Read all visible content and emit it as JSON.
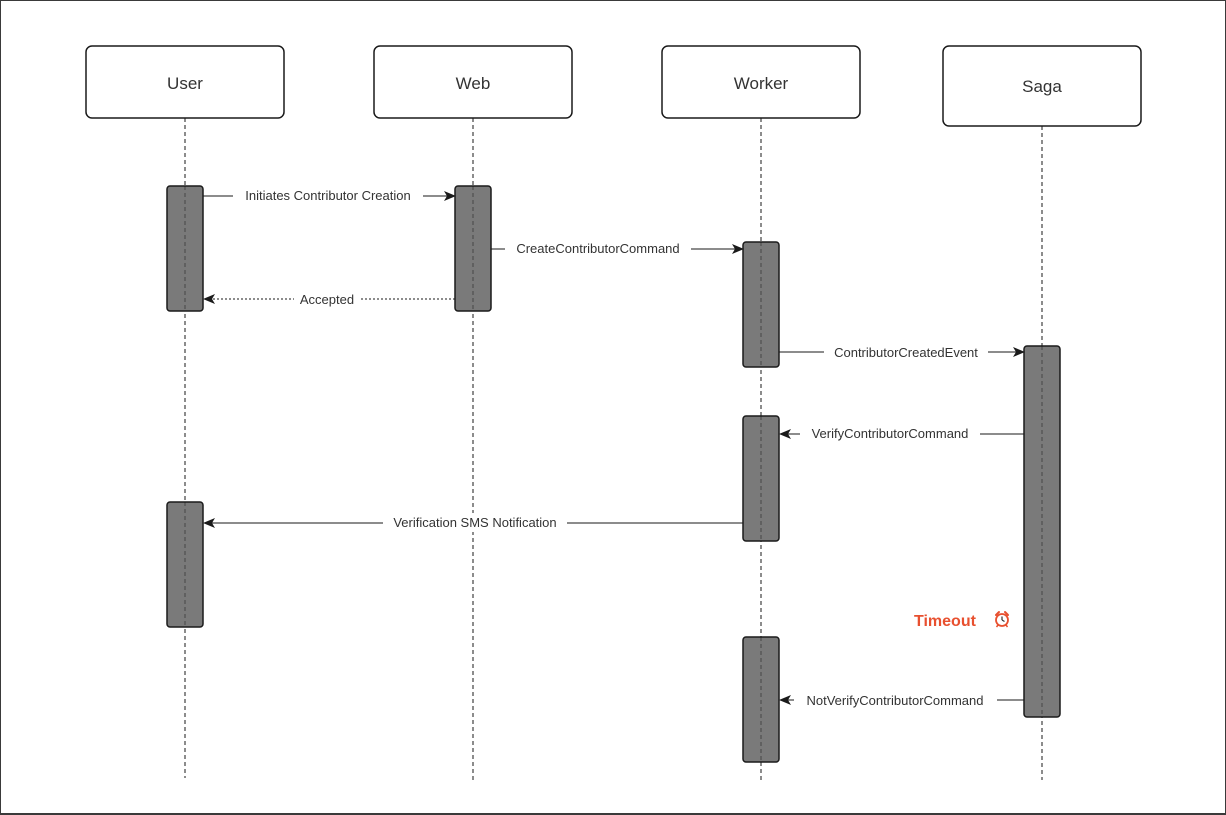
{
  "participants": [
    {
      "id": "user",
      "label": "User"
    },
    {
      "id": "web",
      "label": "Web"
    },
    {
      "id": "worker",
      "label": "Worker"
    },
    {
      "id": "saga",
      "label": "Saga"
    }
  ],
  "messages": [
    {
      "label": "Initiates Contributor Creation",
      "from": "user",
      "to": "web",
      "style": "solid"
    },
    {
      "label": "CreateContributorCommand",
      "from": "web",
      "to": "worker",
      "style": "solid"
    },
    {
      "label": "Accepted",
      "from": "web",
      "to": "user",
      "style": "dotted"
    },
    {
      "label": "ContributorCreatedEvent",
      "from": "worker",
      "to": "saga",
      "style": "solid"
    },
    {
      "label": "VerifyContributorCommand",
      "from": "saga",
      "to": "worker",
      "style": "solid"
    },
    {
      "label": "Verification SMS Notification",
      "from": "worker",
      "to": "user",
      "style": "solid"
    },
    {
      "label": "NotVerifyContributorCommand",
      "from": "saga",
      "to": "worker",
      "style": "solid"
    }
  ],
  "timeout": {
    "label": "Timeout",
    "icon": "alarm-clock-icon",
    "color": "#e8502f"
  },
  "colors": {
    "activation": "#7a7a7a",
    "line": "#1a1a1a"
  }
}
